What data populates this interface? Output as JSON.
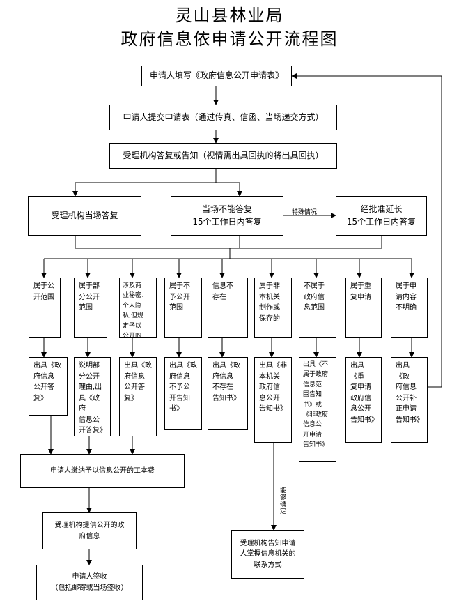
{
  "title_line1": "灵山县林业局",
  "title_line2": "政府信息依申请公开流程图",
  "step1": "申请人填写《政府信息公开申请表》",
  "step2": "申请人提交申请表（通过传真、信函、当场递交方式）",
  "step3": "受理机构答复或告知（视情需出具回执的将出具回执）",
  "reply_spot": "受理机构当场答复",
  "reply_15": "当场不能答复\n15个工作日内答复",
  "special_label": "特殊情况",
  "extend": "经批准延长\n15个工作日内答复",
  "categories": [
    "属于公\n开范围",
    "属于部\n分公开\n范围",
    "涉及商\n业秘密、\n个人隐\n私,但规\n定予以\n公开的",
    "属于不\n予公开\n范围",
    "信息不\n存在",
    "属于非\n本机关\n制作或\n保存的",
    "不属于\n政府信\n息范围",
    "属于重\n复申请",
    "属于申\n请内容\n不明确"
  ],
  "outputs": [
    "出具《政\n府信息\n公开答\n复》",
    "说明部\n分公开\n理由,出\n具《政府\n信息公\n开答复》",
    "出具《政\n府信息\n公开答\n复》",
    "出具《政\n府信息\n不予公\n开告知\n书》",
    "出具《政\n府信息\n不存在\n告知书》",
    "出具《非\n本机关\n政府信\n息公开\n告知书》",
    "出具《不\n属于政府\n信息范\n围告知\n书》或\n《非政府\n信息公\n开申请\n告知书》",
    "出具《重\n复申请\n政府信\n息公开\n告知书》",
    "出具《政\n府信息\n公开补\n正申请\n告知书》"
  ],
  "fee": "申请人缴纳予以信息公开的工本费",
  "provide": "受理机构提供公开的政\n府信息",
  "sign": "申请人签收\n（包括邮寄或当场签收）",
  "can_determine": "能够确定",
  "inform_contact": "受理机构告知申请\n人掌握信息机关的\n联系方式"
}
